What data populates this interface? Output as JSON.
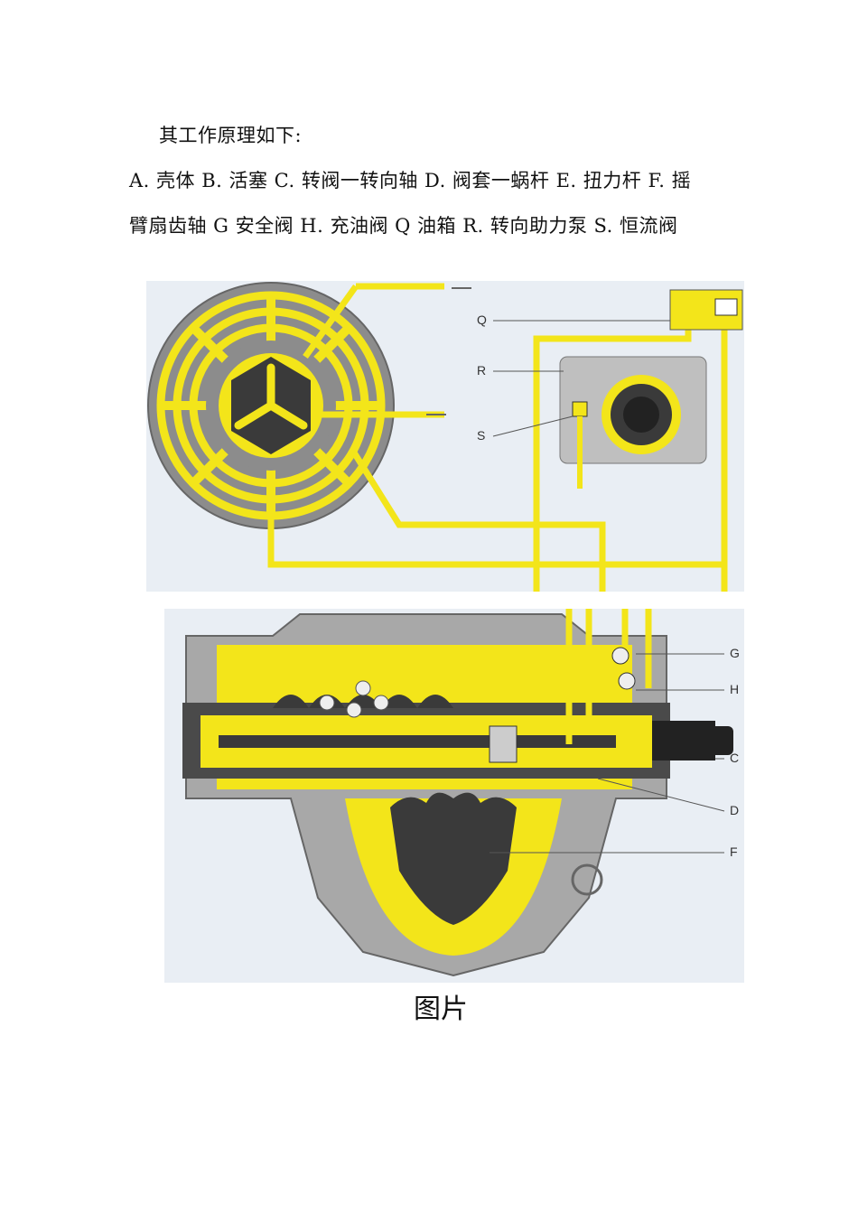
{
  "text": {
    "intro": "其工作原理如下:",
    "legend_line1": "A. 壳体 B. 活塞 C. 转阀一转向轴 D. 阀套一蜗杆 E. 扭力杆 F. 摇",
    "legend_line2": "臂扇齿轴 G 安全阀 H. 充油阀 Q 油箱 R. 转向助力泵 S. 恒流阀",
    "caption": "图片"
  },
  "diagram_labels": {
    "q": "Q",
    "r": "R",
    "s": "S",
    "g": "G",
    "h": "H",
    "c": "C",
    "d": "D",
    "f": "F"
  },
  "colors": {
    "yellow": "#f3e51a",
    "grey": "#8c8c8c",
    "dark": "#3a3a3a",
    "panel": "#e9eef4"
  }
}
